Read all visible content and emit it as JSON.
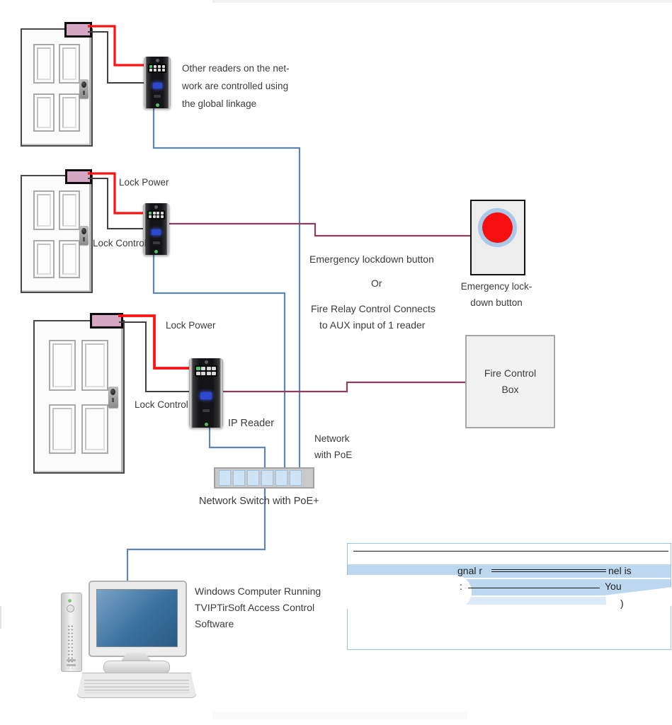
{
  "colors": {
    "wire-red": "#ff1212",
    "wire-black": "#3f3f3f",
    "wire-network": "#5b87b5",
    "wire-relay": "#8b3e60",
    "maglock-fill": "#d5a7c3",
    "port-blue": "#cfe3f5",
    "button-red": "#f50f0f",
    "button-ring": "#aac8e8",
    "highlight-blue": "#bdd7ee"
  },
  "diagram": {
    "reader1_note": [
      "Other readers on the net-",
      "work are controlled using",
      "the global linkage"
    ],
    "door2": {
      "lock_power": "Lock Power",
      "lock_control": "Lock Control"
    },
    "door3": {
      "lock_power": "Lock Power",
      "lock_control": "Lock Control"
    },
    "ip_reader_label": "IP Reader",
    "emergency": {
      "line1": "Emergency lockdown button",
      "or": "Or",
      "line2": "Fire Relay Control Connects",
      "line3": "to AUX input of 1 reader",
      "button_caption": [
        "Emergency lock-",
        "down button"
      ]
    },
    "fire_box": [
      "Fire Control",
      "Box"
    ],
    "network": {
      "poe_note": [
        "Network",
        "with PoE"
      ],
      "switch_label": "Network Switch with PoE+"
    },
    "computer_caption": [
      "Windows Computer Running",
      "TVIPTirSoft Access Control",
      "Software"
    ],
    "fragment_box": {
      "row1_left": "gnal r",
      "row1_right": "nel is",
      "row2_left": ":",
      "row2_right": "You",
      "row3_right": ")"
    }
  }
}
